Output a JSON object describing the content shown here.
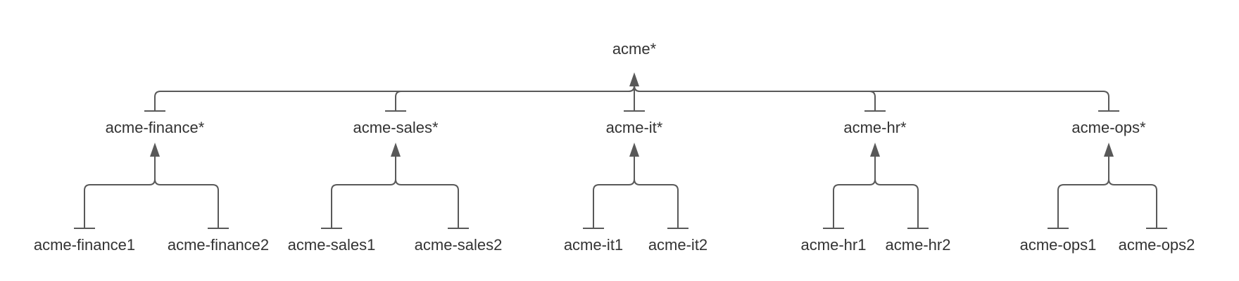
{
  "colors": {
    "line": "#595959",
    "text": "#333333",
    "background": "#ffffff"
  },
  "tree": {
    "root": "acme*",
    "groups": [
      {
        "label": "acme-finance*",
        "children": [
          "acme-finance1",
          "acme-finance2"
        ]
      },
      {
        "label": "acme-sales*",
        "children": [
          "acme-sales1",
          "acme-sales2"
        ]
      },
      {
        "label": "acme-it*",
        "children": [
          "acme-it1",
          "acme-it2"
        ]
      },
      {
        "label": "acme-hr*",
        "children": [
          "acme-hr1",
          "acme-hr2"
        ]
      },
      {
        "label": "acme-ops*",
        "children": [
          "acme-ops1",
          "acme-ops2"
        ]
      }
    ]
  }
}
